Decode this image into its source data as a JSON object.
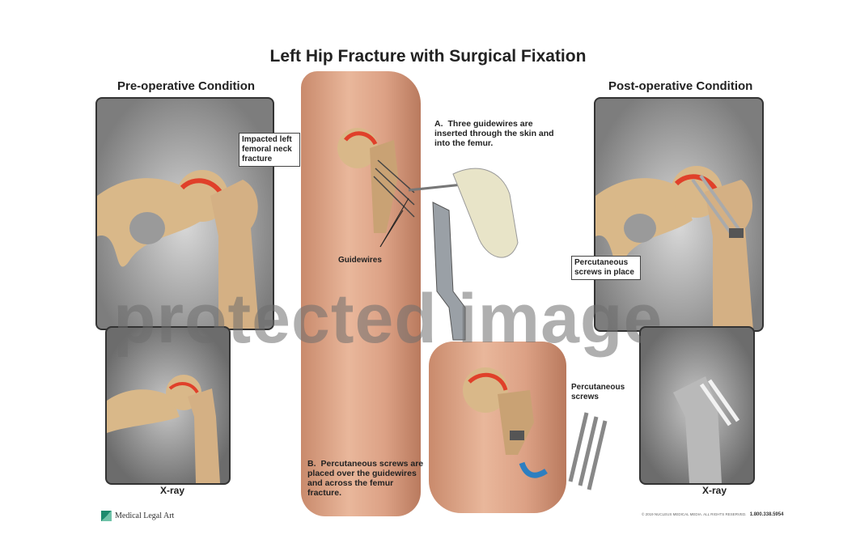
{
  "title": "Left Hip Fracture with Surgical Fixation",
  "pre_op": {
    "heading": "Pre-operative Condition",
    "callout": "Impacted left femoral neck fracture",
    "xray_label": "X-ray"
  },
  "post_op": {
    "heading": "Post-operative Condition",
    "callout": "Percutaneous screws in place",
    "xray_label": "X-ray"
  },
  "step_a": {
    "letter": "A.",
    "text": "Three guidewires are inserted through the skin and into the femur.",
    "guidewires_label": "Guidewires"
  },
  "step_b": {
    "letter": "B.",
    "text": "Percutaneous screws are placed over the guidewires and across the femur fracture.",
    "screws_label": "Percutaneous screws"
  },
  "watermark": "protected image",
  "footer": {
    "logo": "Medical Legal Art",
    "copyright": "© 2019 NUCLEUS MEDICAL MEDIA. ALL RIGHTS RESERVED.",
    "phone": "1.800.338.5954"
  },
  "colors": {
    "bone": "#d9b889",
    "fracture": "#e0402a",
    "skin": "#e2a98c",
    "arrow": "#2d7fc1",
    "logo": "#1e8a6e"
  }
}
